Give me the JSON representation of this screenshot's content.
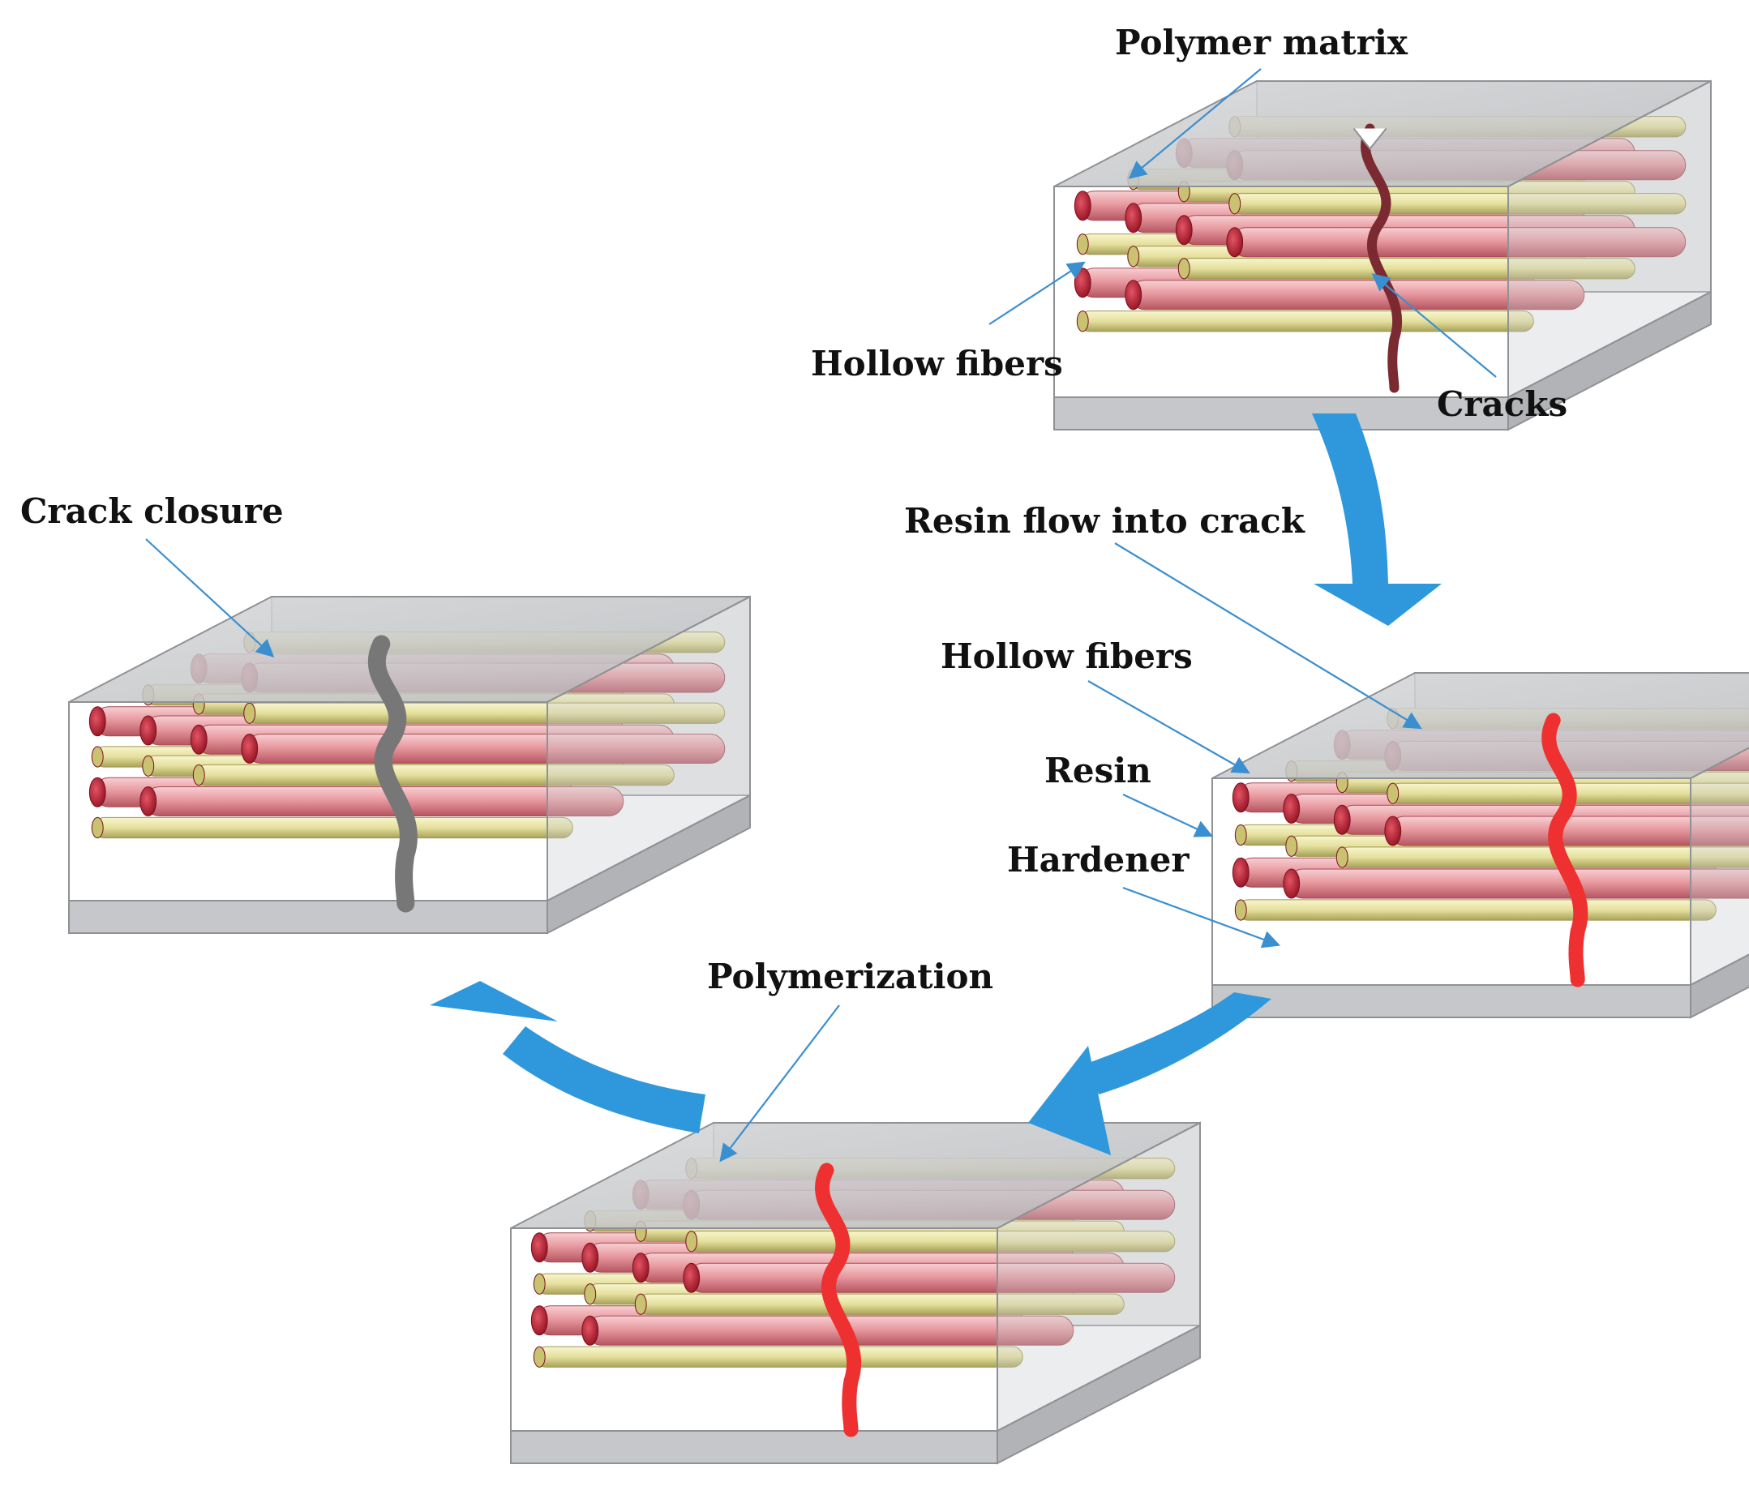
{
  "labels": {
    "polymer_matrix": "Polymer matrix",
    "hollow_fibers_top": "Hollow fibers",
    "cracks": "Cracks",
    "resin_flow": "Resin flow into crack",
    "hollow_fibers_right": "Hollow fibers",
    "resin": "Resin",
    "hardener": "Hardener",
    "polymerization": "Polymerization",
    "crack_closure": "Crack closure"
  },
  "colors": {
    "arrow_blue": "#2f98dc",
    "leader_blue": "#3a8fd0",
    "matrix_grey": "#c3c5c8",
    "fiber_pink": "#e89aa0",
    "fiber_yellow": "#e7e3a6",
    "fiber_end_red": "#c22a3a",
    "crack_red": "#ee3030",
    "healed_grey": "#777777"
  },
  "blocks": [
    {
      "name": "damaged-composite-block",
      "crack": "open-crack"
    },
    {
      "name": "resin-flow-block",
      "crack": "resin-filled-crack"
    },
    {
      "name": "polymerization-block",
      "crack": "resin-filled-crack"
    },
    {
      "name": "healed-composite-block",
      "crack": "closed-crack"
    }
  ]
}
